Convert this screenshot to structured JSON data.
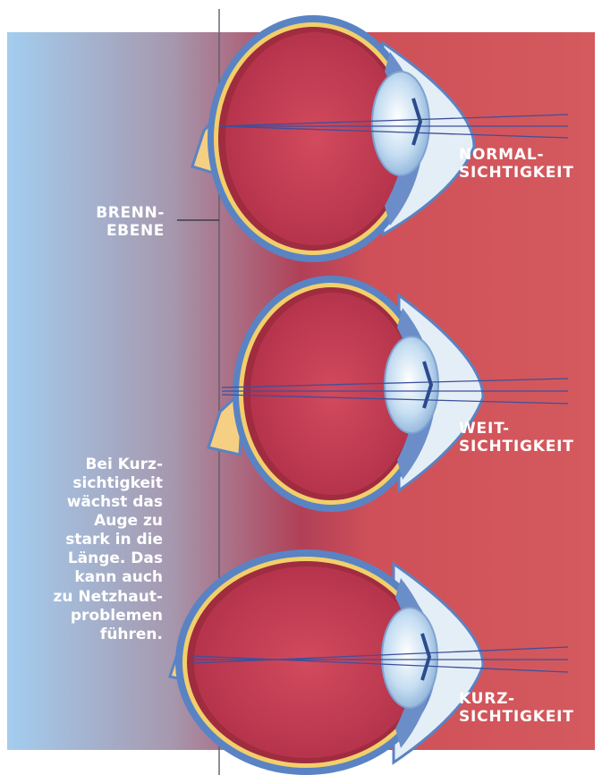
{
  "labels": {
    "normal": [
      "NORMAL-",
      "SICHTIGKEIT"
    ],
    "weit": [
      "WEIT-",
      "SICHTIGKEIT"
    ],
    "kurz": [
      "KURZ-",
      "SICHTIGKEIT"
    ],
    "brennebene": [
      "BRENN-",
      "EBENE"
    ]
  },
  "note_lines": [
    "Bei Kurz-",
    "sichtigkeit",
    "wächst das",
    "Auge zu",
    "stark in die",
    "Länge. Das",
    "kann auch",
    "zu Netzhaut-",
    "problemen",
    "führen."
  ],
  "colors": {
    "background_left": "#a3cdef",
    "background_right": "#d45a5e",
    "eye_sclera": "#5a83c4",
    "eye_interior": "#c23b4f",
    "retina": "#f2cf6a",
    "lens": "#bcd8ef",
    "cornea": "#e4eef6",
    "light_rays": "#3f4f9b"
  }
}
